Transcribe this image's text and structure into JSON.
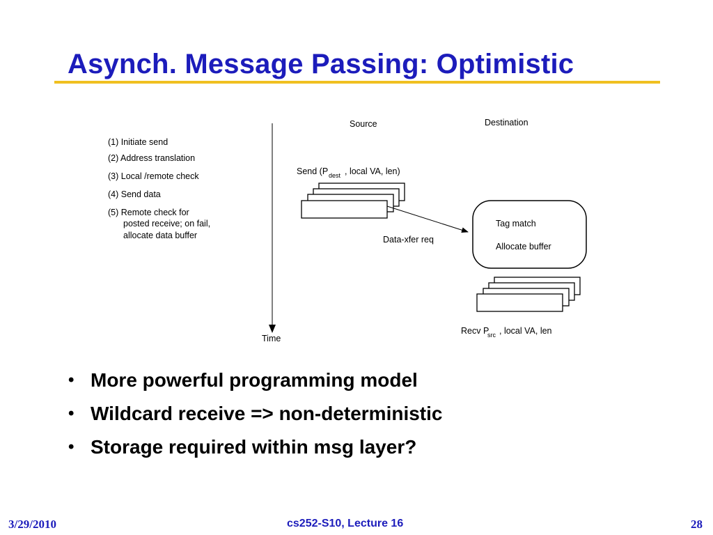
{
  "slide": {
    "title": "Asynch. Message Passing: Optimistic"
  },
  "diagram": {
    "time_label": "Time",
    "steps": [
      "(1) Initiate send",
      "(2) Address translation",
      "(3) Local /remote check",
      "(4) Send data",
      "(5) Remote check for",
      "posted receive; on fail,",
      "allocate data buffer"
    ],
    "source_label": "Source",
    "destination_label": "Destination",
    "send_prefix": "Send (P",
    "send_sub": "dest",
    "send_suffix": ", local VA, len)",
    "xfer_label": "Data-xfer req",
    "tag_match_label": "Tag match",
    "allocate_label": "Allocate buffer",
    "recv_prefix": "Recv P",
    "recv_sub": "src",
    "recv_suffix": ", local VA, len"
  },
  "bullets": [
    "More powerful programming model",
    "Wildcard receive => non-deterministic",
    "Storage required within msg layer?"
  ],
  "footer": {
    "date": "3/29/2010",
    "course": "cs252-S10, Lecture 16",
    "page": "28"
  },
  "colors": {
    "title": "#1c1cbb",
    "rule": "#f0c020",
    "footer": "#1c1cbb"
  }
}
